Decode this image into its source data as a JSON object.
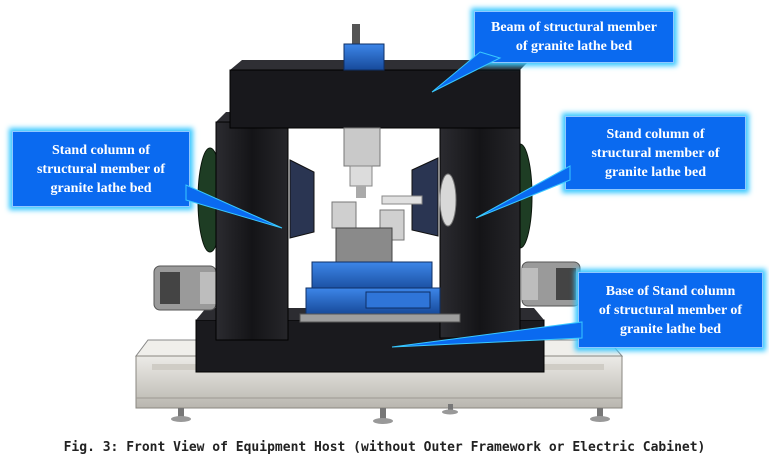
{
  "callouts": {
    "beam": "Beam of structural member\nof granite lathe bed",
    "left_column": "Stand column of\nstructural member of\ngranite lathe bed",
    "right_column": "Stand column of\nstructural member of\ngranite lathe bed",
    "base": "Base of Stand column\nof structural member of\ngranite lathe bed"
  },
  "caption": "Fig. 3: Front View of Equipment Host (without Outer Framework or Electric Cabinet)",
  "colors": {
    "callout_fill": "#0a6af0",
    "callout_glow": "#38c8ff",
    "granite": "#1b1b1f",
    "stage_blue": "#1f5fbf",
    "platform": "#d9d6d0"
  },
  "icons": [
    "leveling-foot-icon",
    "motor-icon",
    "spindle-icon"
  ]
}
